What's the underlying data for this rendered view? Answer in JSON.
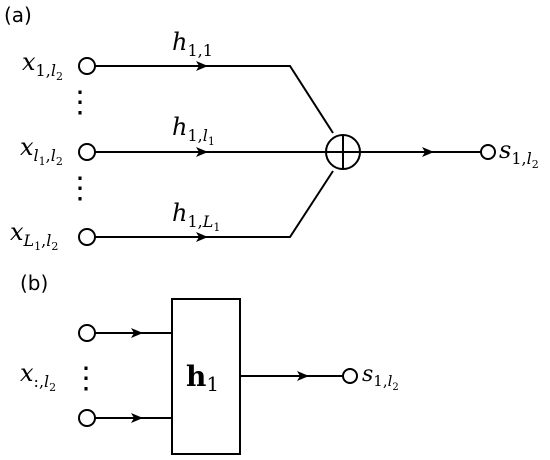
{
  "panel_a": {
    "tag": "(a)",
    "inputs": [
      {
        "base": "x",
        "sub1": "1",
        "sub2": "l",
        "sub2sub": "2"
      },
      {
        "base": "x",
        "sub1": "l",
        "sub1sub": "1",
        "sub2": "l",
        "sub2sub": "2"
      },
      {
        "base": "x",
        "sub1": "L",
        "sub1sub": "1",
        "sub2": "l",
        "sub2sub": "2"
      }
    ],
    "filters": [
      {
        "base": "h",
        "sub": "1,1"
      },
      {
        "base": "h",
        "sub": "1,",
        "subvar": "l",
        "subvarsub": "1"
      },
      {
        "base": "h",
        "sub": "1,",
        "subvar": "L",
        "subvarsub": "1"
      }
    ],
    "output": {
      "base": "s",
      "sub": "1,",
      "subvar": "l",
      "subvarsub": "2"
    },
    "ellipsis": "⋮"
  },
  "panel_b": {
    "tag": "(b)",
    "input": {
      "base": "x",
      "sub": ":,",
      "subvar": "l",
      "subvarsub": "2"
    },
    "block": {
      "bold": "h",
      "sub": "1"
    },
    "output": {
      "base": "s",
      "sub": "1,",
      "subvar": "l",
      "subvarsub": "2"
    },
    "ellipsis": "⋮"
  }
}
